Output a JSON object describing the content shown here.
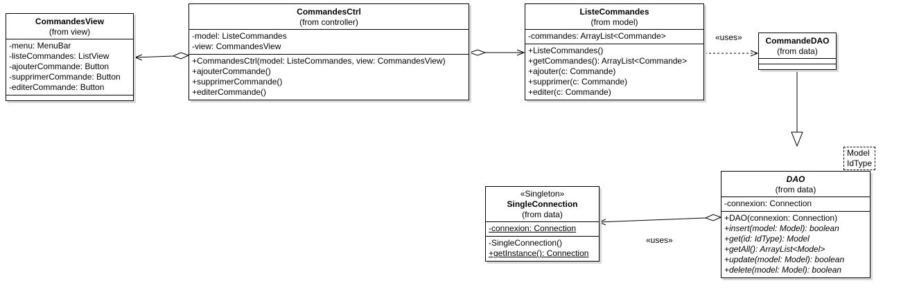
{
  "classes": {
    "commandes_view": {
      "name": "CommandesView",
      "from": "(from view)",
      "attributes": [
        "-menu: MenuBar",
        "-listeCommandes: ListView",
        "-ajouterCommande: Button",
        "-supprimerCommande: Button",
        "-editerCommande: Button"
      ]
    },
    "commandes_ctrl": {
      "name": "CommandesCtrl",
      "from": "(from controller)",
      "attributes": [
        "-model: ListeCommandes",
        "-view: CommandesView"
      ],
      "operations": [
        "+CommandesCtrl(model: ListeCommandes, view: CommandesView)",
        "+ajouterCommande()",
        "+supprimerCommande()",
        "+editerCommande()"
      ]
    },
    "liste_commandes": {
      "name": "ListeCommandes",
      "from": "(from model)",
      "attributes": [
        "-commandes: ArrayList<Commande>"
      ],
      "operations": [
        "+ListeCommandes()",
        "+getCommandes(): ArrayList<Commande>",
        "+ajouter(c: Commande)",
        "+supprimer(c: Commande)",
        "+editer(c: Commande)"
      ]
    },
    "commande_dao": {
      "name": "CommandeDAO",
      "from": "(from data)"
    },
    "dao": {
      "name": "DAO",
      "from": "(from data)",
      "template_params": [
        "Model",
        "IdType"
      ],
      "attributes": [
        "-connexion: Connection"
      ],
      "operations": [
        "+DAO(connexion: Connection)",
        "+insert(model: Model): boolean",
        "+get(id: IdType): Model",
        "+getAll(): ArrayList<Model>",
        "+update(model: Model): boolean",
        "+delete(model: Model): boolean"
      ]
    },
    "single_connection": {
      "stereotype": "«Singleton»",
      "name": "SingleConnection",
      "from": "(from data)",
      "attributes": [
        "-connexion: Connection"
      ],
      "operations": [
        "-SingleConnection()",
        "+getInstance(): Connection"
      ]
    }
  },
  "relations": {
    "uses_label_1": "«uses»",
    "uses_label_2": "«uses»"
  },
  "colors": {
    "line": "#000000",
    "shadow": "#d9d9d9",
    "box_fill": "#ffffff"
  }
}
